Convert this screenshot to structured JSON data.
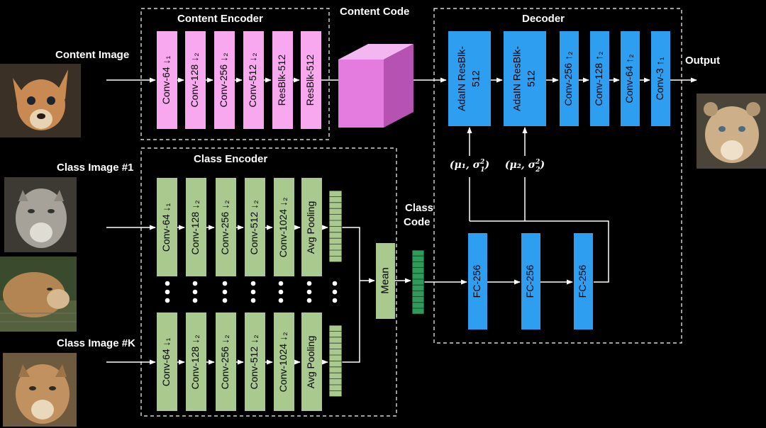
{
  "labels": {
    "content_image": "Content Image",
    "class_image_1": "Class Image #1",
    "class_image_k": "Class Image #K",
    "content_encoder": "Content Encoder",
    "content_code": "Content Code",
    "decoder": "Decoder",
    "class_encoder": "Class Encoder",
    "class_code_line1": "Class",
    "class_code_line2": "Code",
    "output": "Output"
  },
  "content_encoder_layers": [
    {
      "name": "Conv-64",
      "suffix": "↓₁"
    },
    {
      "name": "Conv-128",
      "suffix": "↓₂"
    },
    {
      "name": "Conv-256",
      "suffix": "↓₂"
    },
    {
      "name": "Conv-512",
      "suffix": "↓₂"
    },
    {
      "name": "ResBlk-512",
      "suffix": ""
    },
    {
      "name": "ResBlk-512",
      "suffix": ""
    }
  ],
  "class_encoder_layers": [
    {
      "name": "Conv-64",
      "suffix": "↓₁"
    },
    {
      "name": "Conv-128",
      "suffix": "↓₂"
    },
    {
      "name": "Conv-256",
      "suffix": "↓₂"
    },
    {
      "name": "Conv-512",
      "suffix": "↓₂"
    },
    {
      "name": "Conv-1024",
      "suffix": "↓₂"
    },
    {
      "name": "Avg Pooling",
      "suffix": ""
    }
  ],
  "decoder_adain_layers": [
    {
      "line1": "AdaIN ResBlk-",
      "line2": "512"
    },
    {
      "line1": "AdaIN ResBlk-",
      "line2": "512"
    }
  ],
  "decoder_conv_layers": [
    {
      "name": "Conv-256",
      "suffix": "↑₂"
    },
    {
      "name": "Conv-128",
      "suffix": "↑₂"
    },
    {
      "name": "Conv-64",
      "suffix": "↑₂"
    },
    {
      "name": "Conv-3",
      "suffix": "↑₁"
    }
  ],
  "mean_label": "Mean",
  "fc_layers": [
    "FC-256",
    "FC-256",
    "FC-256"
  ],
  "adain_params": [
    {
      "mu": "μ₁",
      "sigma": "σ",
      "sub": "1",
      "sup": "2"
    },
    {
      "mu": "μ₂",
      "sigma": "σ",
      "sub": "2",
      "sup": "2"
    }
  ],
  "colors": {
    "background": "#000000",
    "content_encoder": "#f7a8ef",
    "class_encoder": "#a9c98e",
    "decoder": "#2d9ef0",
    "content_code": "#e47ce0",
    "class_code": "#2f9a5a",
    "lines": "#ffffff"
  }
}
